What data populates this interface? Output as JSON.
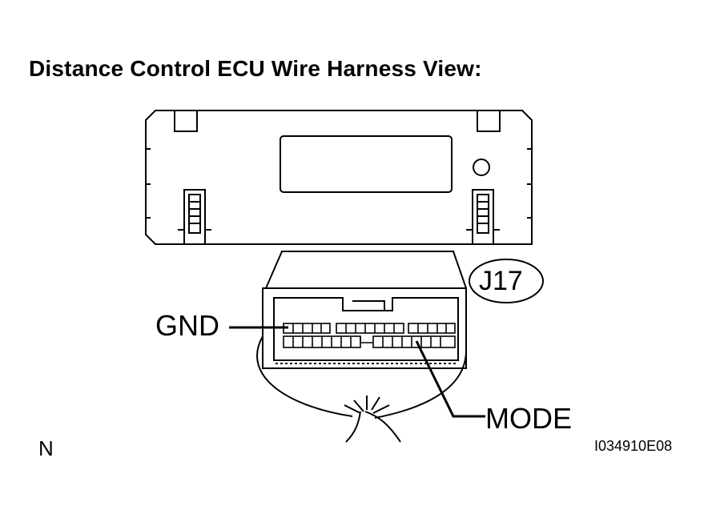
{
  "title": "Distance Control ECU Wire Harness View:",
  "connector": {
    "id": "J17"
  },
  "pins": {
    "gnd_label": "GND",
    "mode_label": "MODE"
  },
  "corner_letter": "N",
  "figure_id": "I034910E08"
}
